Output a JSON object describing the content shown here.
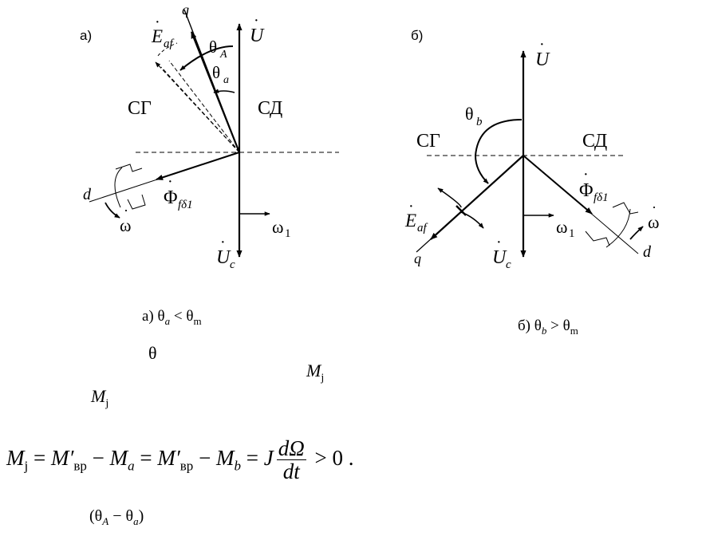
{
  "diagram_a": {
    "panel_label": "а)",
    "U": "U",
    "Uc": "U",
    "Uc_sub": "c",
    "Eaf": "E",
    "Eaf_sub": "af",
    "q": "q",
    "d": "d",
    "Phi": "Φ",
    "Phi_sub": "fδ1",
    "theta_A": "θ",
    "theta_A_sub": "A",
    "theta_a": "θ",
    "theta_a_sub": "a",
    "SG": "СГ",
    "SD": "СД",
    "omega1": "ω",
    "omega1_sub": "1",
    "omega": "ω"
  },
  "diagram_b": {
    "panel_label": "б)",
    "U": "U",
    "Uc": "U",
    "Uc_sub": "c",
    "Eaf": "E",
    "Eaf_sub": "af",
    "q": "q",
    "d": "d",
    "Phi": "Φ",
    "Phi_sub": "fδ1",
    "theta_b": "θ",
    "theta_b_sub": "b",
    "SG": "СГ",
    "SD": "СД",
    "omega1": "ω",
    "omega1_sub": "1",
    "omega": "ω"
  },
  "captions": {
    "a_prefix": "а) θ",
    "a_sub1": "a",
    "a_mid": " < θ",
    "a_sub2": "m",
    "b_prefix": "б) θ",
    "b_sub1": "b",
    "b_mid": " > θ",
    "b_sub2": "m"
  },
  "fragments": {
    "theta": "θ",
    "Mj_1": "M",
    "Mj_1_sub": "j",
    "Mj_2": "M",
    "Mj_2_sub": "j",
    "diff": "(θ",
    "diff_sub1": "A",
    "diff_mid": " − θ",
    "diff_sub2": "a",
    "diff_end": ")"
  },
  "equation": {
    "M": "M",
    "j": "j",
    "eq1": " = ",
    "Mvr1": "M′",
    "vr1": "вр",
    "minus1": " − ",
    "Ma": "M",
    "a": "a",
    "eq2": " = ",
    "Mvr2": "M′",
    "vr2": "вр",
    "minus2": " − ",
    "Mb": "M",
    "b": "b",
    "eq3": " = ",
    "J": "J",
    "num": "dΩ",
    "den": "dt",
    "tail": " > 0 ."
  }
}
